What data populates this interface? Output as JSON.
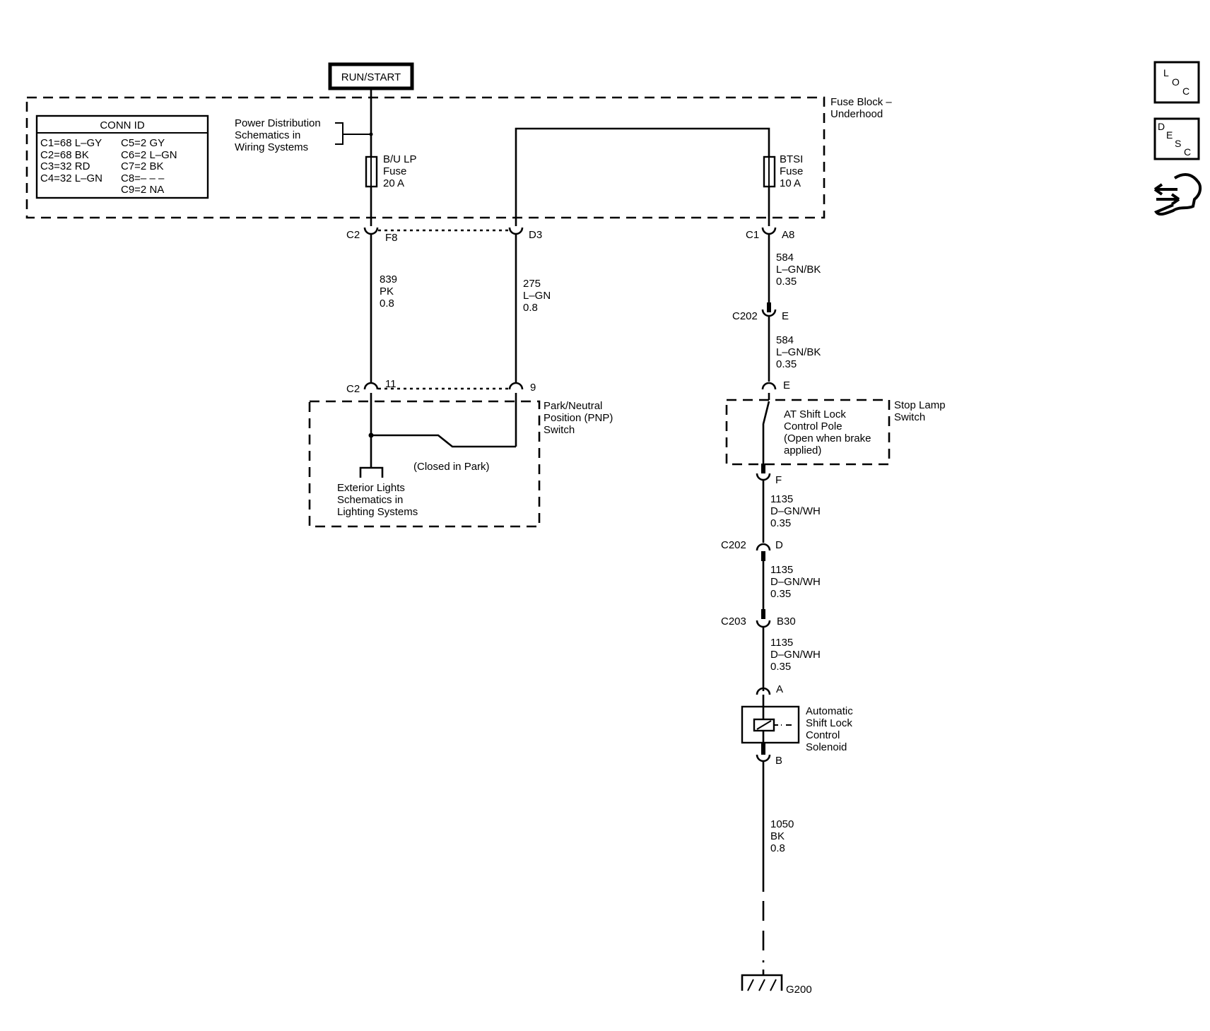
{
  "power_source": "RUN/START",
  "fuse_block": {
    "label_line1": "Fuse Block –",
    "label_line2": "Underhood"
  },
  "conn_id": {
    "title": "CONN ID",
    "left": [
      "C1=68 L–GY",
      "C2=68 BK",
      "C3=32 RD",
      "C4=32 L–GN"
    ],
    "right": [
      "C5=2 GY",
      "C6=2 L–GN",
      "C7=2 BK",
      "C8=– – –",
      "C9=2 NA"
    ]
  },
  "power_distribution_ref": [
    "Power Distribution",
    "Schematics in",
    "Wiring Systems"
  ],
  "fuses": [
    {
      "lines": [
        "B/U LP",
        "Fuse",
        "20 A"
      ]
    },
    {
      "lines": [
        "BTSI",
        "Fuse",
        "10 A"
      ]
    }
  ],
  "connectors": {
    "c2_f8": {
      "name": "C2",
      "pin": "F8"
    },
    "d3": {
      "pin": "D3"
    },
    "c1_a8": {
      "name": "C1",
      "pin": "A8"
    },
    "c202_e": {
      "name": "C202",
      "pin": "E"
    },
    "stop_in": {
      "pin": "E"
    },
    "stop_out": {
      "pin": "F"
    },
    "c202_d": {
      "name": "C202",
      "pin": "D"
    },
    "c203_b30": {
      "name": "C203",
      "pin": "B30"
    },
    "sol_a": {
      "pin": "A"
    },
    "sol_b": {
      "pin": "B"
    },
    "pnp_11": {
      "name": "C2",
      "pin": "11"
    },
    "pnp_9": {
      "pin": "9"
    }
  },
  "wires": {
    "w839": [
      "839",
      "PK",
      "0.8"
    ],
    "w275": [
      "275",
      "L–GN",
      "0.8"
    ],
    "w584a": [
      "584",
      "L–GN/BK",
      "0.35"
    ],
    "w584b": [
      "584",
      "L–GN/BK",
      "0.35"
    ],
    "w1135a": [
      "1135",
      "D–GN/WH",
      "0.35"
    ],
    "w1135b": [
      "1135",
      "D–GN/WH",
      "0.35"
    ],
    "w1135c": [
      "1135",
      "D–GN/WH",
      "0.35"
    ],
    "w1050": [
      "1050",
      "BK",
      "0.8"
    ]
  },
  "pnp_switch": {
    "label": [
      "Park/Neutral",
      "Position (PNP)",
      "Switch"
    ],
    "state": "(Closed in Park)"
  },
  "exterior_lights_ref": [
    "Exterior Lights",
    "Schematics in",
    "Lighting Systems"
  ],
  "stop_lamp_switch": {
    "label": [
      "Stop Lamp",
      "Switch"
    ],
    "pole": [
      "AT Shift Lock",
      "Control Pole",
      "(Open when brake",
      "applied)"
    ]
  },
  "solenoid": {
    "label": [
      "Automatic",
      "Shift Lock",
      "Control",
      "Solenoid"
    ]
  },
  "ground": "G200",
  "side_icons": {
    "loc": [
      "L",
      "O",
      "C"
    ],
    "desc": [
      "D",
      "E",
      "S",
      "C"
    ],
    "nav_icon": "hand-arrows-icon"
  }
}
